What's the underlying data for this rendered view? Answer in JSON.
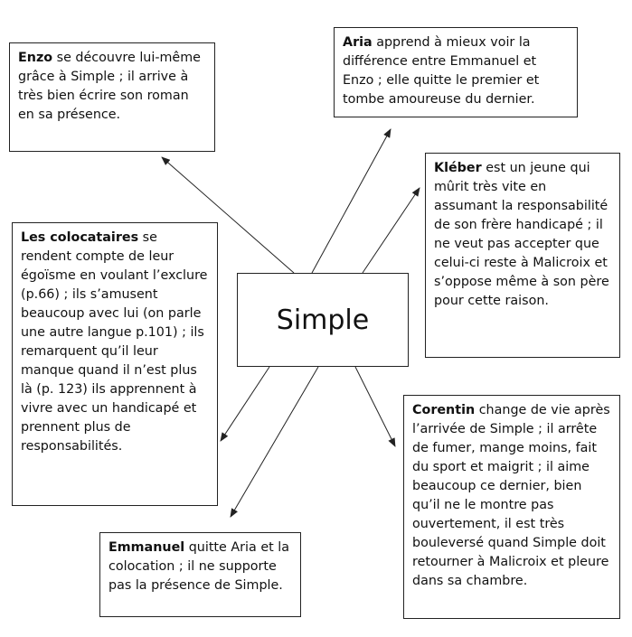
{
  "center": {
    "label": "Simple"
  },
  "boxes": {
    "enzo": {
      "name": "Enzo",
      "text": " se découvre lui-même grâce à Simple ; il arrive à très bien écrire son roman en sa présence."
    },
    "aria": {
      "name": "Aria",
      "text": " apprend à mieux voir la différence entre Emmanuel et Enzo ; elle quitte le premier et tombe amoureuse du dernier."
    },
    "kleber": {
      "name": "Kléber",
      "text": " est un jeune qui mûrit très vite en assumant la responsabilité de son frère handicapé ; il  ne veut pas accepter que celui-ci  reste à Malicroix et s’oppose même à son père pour cette raison."
    },
    "colocataires": {
      "name": "Les colocataires",
      "text": " se rendent compte de leur égoïsme en voulant l’exclure (p.66) ; ils s’amusent beaucoup avec lui (on parle une autre langue p.101) ; ils remarquent qu’il leur manque quand il n’est plus là (p. 123) ils apprennent à vivre avec un handicapé et prennent plus de responsabilités."
    },
    "corentin": {
      "name": "Corentin",
      "text": " change de vie après l’arrivée de Simple ; il arrête de fumer, mange moins, fait du sport et maigrit ; il aime beaucoup ce dernier, bien qu’il ne le montre pas ouvertement, il est très bouleversé quand Simple doit retourner à Malicroix et pleure dans sa chambre."
    },
    "emmanuel": {
      "name": "Emmanuel",
      "text": " quitte Aria et la colocation ; il ne supporte pas  la présence de Simple."
    }
  },
  "colors": {
    "line": "#222222",
    "text": "#111111",
    "background": "#ffffff"
  }
}
